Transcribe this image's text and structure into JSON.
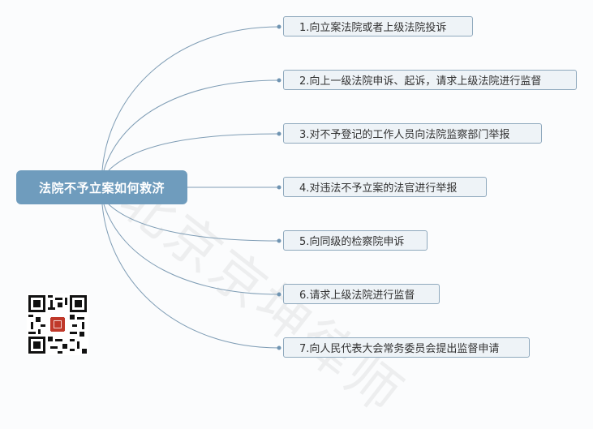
{
  "central_topic": {
    "label": "法院不予立案如何救济",
    "color": "#6f9cbd"
  },
  "branches": [
    {
      "label": "1.向立案法院或者上级法院投诉"
    },
    {
      "label": "2.向上一级法院申诉、起诉，请求上级法院进行监督"
    },
    {
      "label": "3.对不予登记的工作人员向法院监察部门举报"
    },
    {
      "label": "4.对违法不予立案的法官进行举报"
    },
    {
      "label": "5.向同级的检察院申诉"
    },
    {
      "label": "6.请求上级法院进行监督"
    },
    {
      "label": "7.向人民代表大会常务委员会提出监督申请"
    }
  ],
  "watermark": "北京京坤律师",
  "qr_code": {
    "icon": "qr-code-icon"
  },
  "colors": {
    "connector": "#7f9db5",
    "branch_fill": "#eef3f7",
    "branch_border": "#8fa9bd",
    "background": "#fbfcfd"
  }
}
